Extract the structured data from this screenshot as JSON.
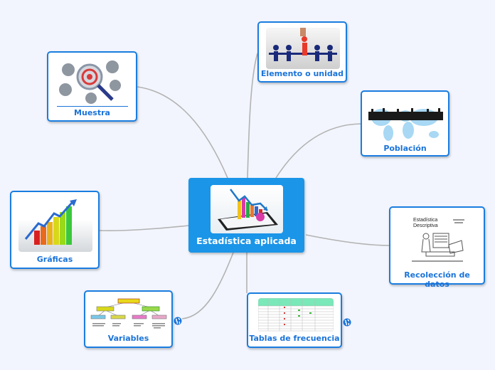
{
  "central": {
    "label": "Estadística aplicada",
    "image": "statistics-charts-tablet"
  },
  "topics": [
    {
      "id": "elemento",
      "label": "Elemento o unidad",
      "image": "people-chain-one-picked"
    },
    {
      "id": "muestra",
      "label": "Muestra",
      "image": "magnifier-crowd-sample"
    },
    {
      "id": "poblacion",
      "label": "Población",
      "image": "crowd-world-map"
    },
    {
      "id": "graficas",
      "label": "Gráficas",
      "image": "bar-chart-growth-arrow"
    },
    {
      "id": "recoleccion",
      "label": "Recolección de datos",
      "image": "document-estadistica-descriptiva"
    },
    {
      "id": "variables",
      "label": "Variables",
      "image": "variables-hierarchy-diagram",
      "link_icon": "globe-icon"
    },
    {
      "id": "tablas",
      "label": "Tablas de frecuencia",
      "image": "frequency-table",
      "link_icon": "globe-icon"
    }
  ],
  "doc_thumb": {
    "title_line1": "Estadística",
    "title_line2": "Descriptiva"
  },
  "colors": {
    "background": "#f2f5fd",
    "central_fill": "#1a95e8",
    "node_border": "#1a7de0",
    "label": "#1a73d9",
    "connector": "#b0b0b0"
  }
}
